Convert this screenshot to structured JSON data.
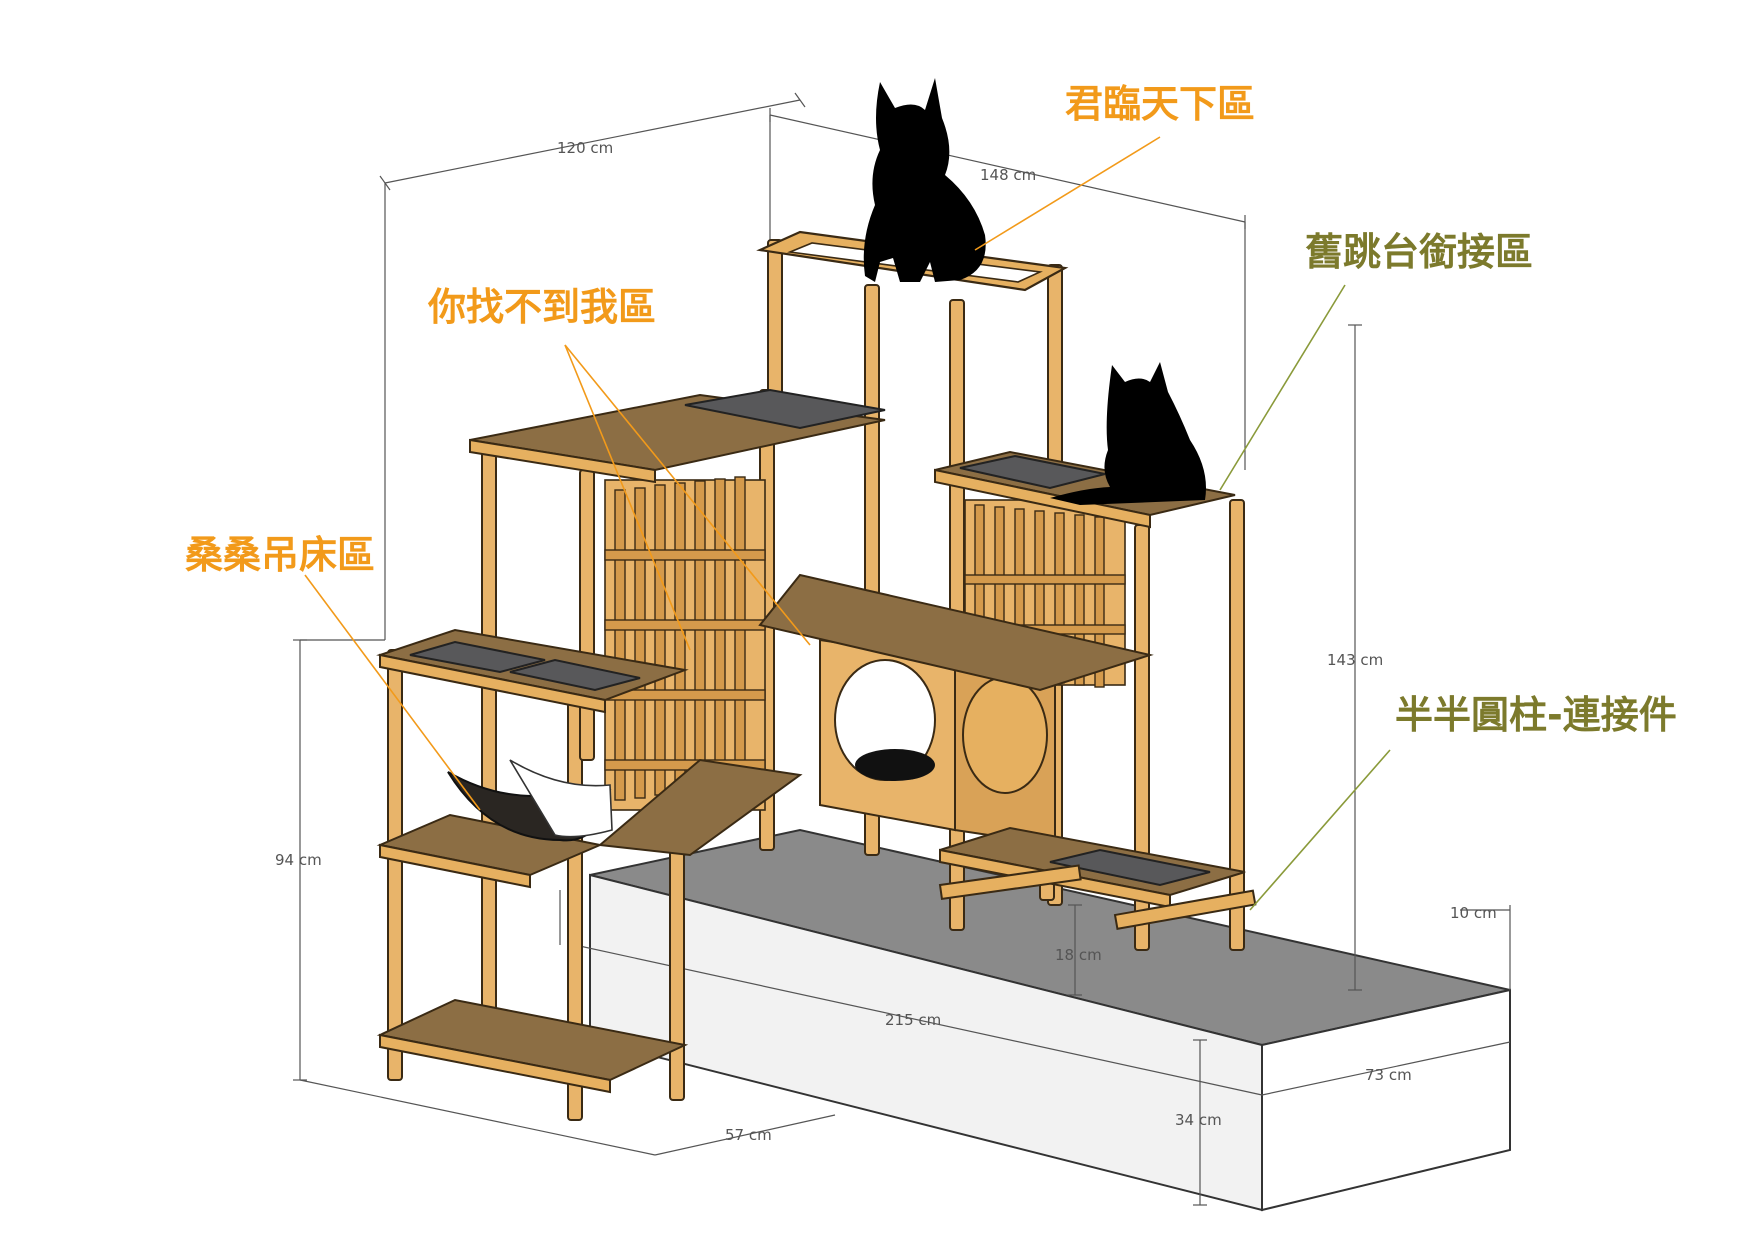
{
  "zones": {
    "top": "君臨天下區",
    "hidden": "你找不到我區",
    "hammock": "桑桑吊床區",
    "old_platform": "舊跳台銜接區",
    "connector": "半半圓柱-連接件"
  },
  "dimensions": {
    "width_left": "120 cm",
    "width_top": "148 cm",
    "height_total": "143 cm",
    "height_left": "94 cm",
    "depth_left": "57 cm",
    "base_length": "215 cm",
    "base_depth": "73 cm",
    "base_height": "34 cm",
    "step_height": "18 cm",
    "offset": "10 cm"
  },
  "colors": {
    "zone_orange": "#f29a1a",
    "zone_olive": "#7c7a2c",
    "wood": "#e8b46a",
    "mat": "#58585a"
  }
}
